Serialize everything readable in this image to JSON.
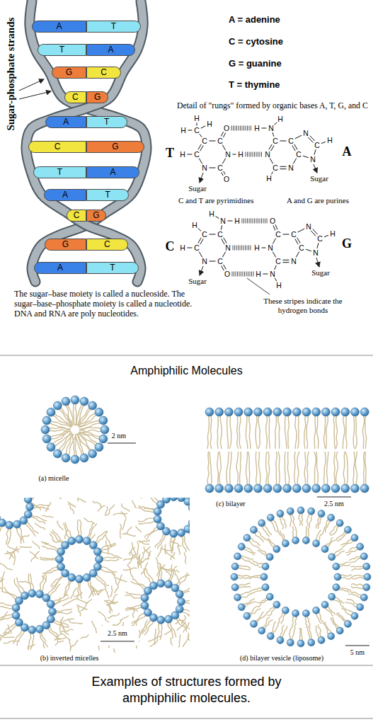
{
  "diagram": {
    "caption": "Examples of structures formed by amphiphilic molecules.",
    "nodes": [
      {
        "text": [
          "A"
        ]
      },
      {
        "text": [
          "T"
        ]
      },
      {
        "text": [
          "T"
        ]
      },
      {
        "text": [
          "A"
        ]
      },
      {
        "text": [
          "G"
        ]
      },
      {
        "text": [
          "C"
        ]
      },
      {
        "text": [
          "C"
        ]
      },
      {
        "text": [
          "G"
        ]
      },
      {
        "text": [
          "A"
        ]
      },
      {
        "text": [
          "T"
        ]
      },
      {
        "text": [
          "C"
        ]
      },
      {
        "text": [
          "G"
        ]
      },
      {
        "text": [
          "T"
        ]
      },
      {
        "text": [
          "A"
        ]
      },
      {
        "text": [
          "A"
        ]
      },
      {
        "text": [
          "T"
        ]
      },
      {
        "text": [
          "C"
        ]
      },
      {
        "text": [
          "G"
        ]
      },
      {
        "text": [
          "G"
        ]
      },
      {
        "text": [
          "C"
        ]
      },
      {
        "text": [
          "A"
        ]
      },
      {
        "text": [
          "T"
        ]
      }
    ],
    "labels": [
      "Sugar-phosphate strands",
      "A = adenine",
      "C = cytosine",
      "G = guanine",
      "T = thymine",
      "Detail of \"rungs\" formed by organic bases A, T, G, and C",
      "T",
      "A",
      "Sugar",
      "Sugar",
      "C and T are pyrimidines",
      "A and G are purines",
      "C",
      "G",
      "Sugar",
      "Sugar",
      "These stripes indicate the hydrogen bonds",
      "The sugar–base moiety is called a nucleoside. The sugar–base–phosphate moiety is called a nucleotide. DNA and RNA are poly nucleotides.",
      "Amphiphilic Molecules",
      "2 nm",
      "(a) micelle",
      "2.5 nm",
      "(c) bilayer",
      "2.5 nm",
      "(b) inverted micelles",
      "5 nm",
      "(d) bilayer vesicle (liposome)",
      "N",
      "C",
      "C",
      "C",
      "N",
      "C",
      "O",
      "H",
      "O",
      "H",
      "C",
      "H",
      "H",
      "H",
      "N",
      "C",
      "C",
      "C",
      "N",
      "C",
      "N",
      "H",
      "H",
      "N",
      "C",
      "N",
      "H",
      "H",
      "N",
      "C",
      "C",
      "C",
      "N",
      "C",
      "N",
      "H",
      "H",
      "H",
      "H",
      "O",
      "N",
      "C",
      "C",
      "C",
      "N",
      "C",
      "O",
      "H",
      "N",
      "H",
      "H",
      "N",
      "C",
      "N",
      "H"
    ]
  }
}
